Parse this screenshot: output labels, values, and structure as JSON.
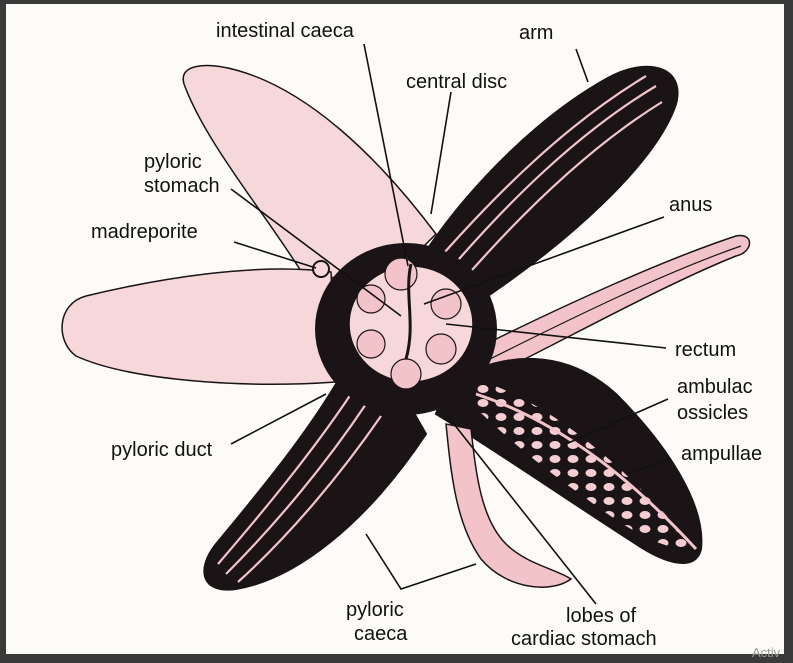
{
  "diagram": {
    "labels": {
      "intestinal_caeca": "intestinal caeca",
      "arm": "arm",
      "central_disc": "central disc",
      "pyloric_stomach_1": "pyloric",
      "pyloric_stomach_2": "stomach",
      "madreporite": "madreporite",
      "anus": "anus",
      "rectum": "rectum",
      "ambulacral_ossicles_1": "ambulac",
      "ambulacral_ossicles_2": "ossicles",
      "ampullae": "ampullae",
      "pyloric_duct": "pyloric duct",
      "pyloric_caeca_1": "pyloric",
      "pyloric_caeca_2": "caeca",
      "cardiac_stomach_1": "lobes of",
      "cardiac_stomach_2": "cardiac stomach"
    },
    "colors": {
      "pink": "#f2c4c9",
      "pink_light": "#f6d7da",
      "dark": "#1a1416",
      "background": "#fdfbf8"
    }
  },
  "watermark": "Activ"
}
